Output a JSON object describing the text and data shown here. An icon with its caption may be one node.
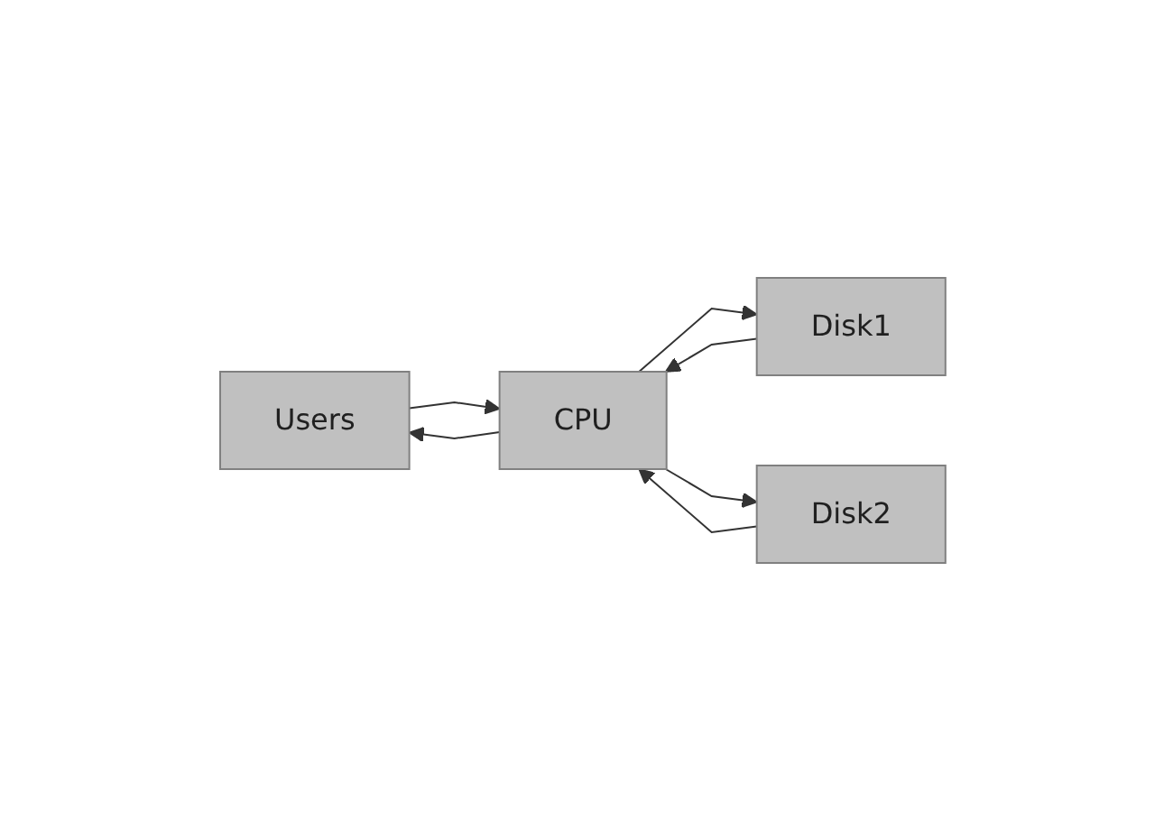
{
  "diagram": {
    "nodes": [
      {
        "text": [
          "Users"
        ]
      },
      {
        "text": [
          "CPU"
        ]
      },
      {
        "text": [
          "Disk1"
        ]
      },
      {
        "text": [
          "Disk2"
        ]
      }
    ],
    "edges": [
      {
        "from": 0,
        "to": 1,
        "arrow": "to"
      },
      {
        "from": 1,
        "to": 2,
        "arrow": "to"
      },
      {
        "from": 1,
        "to": 3,
        "arrow": "to"
      },
      {
        "from": 1,
        "to": 0,
        "arrow": "to"
      },
      {
        "from": 2,
        "to": 1,
        "arrow": "to"
      },
      {
        "from": 3,
        "to": 1,
        "arrow": "to"
      }
    ]
  }
}
